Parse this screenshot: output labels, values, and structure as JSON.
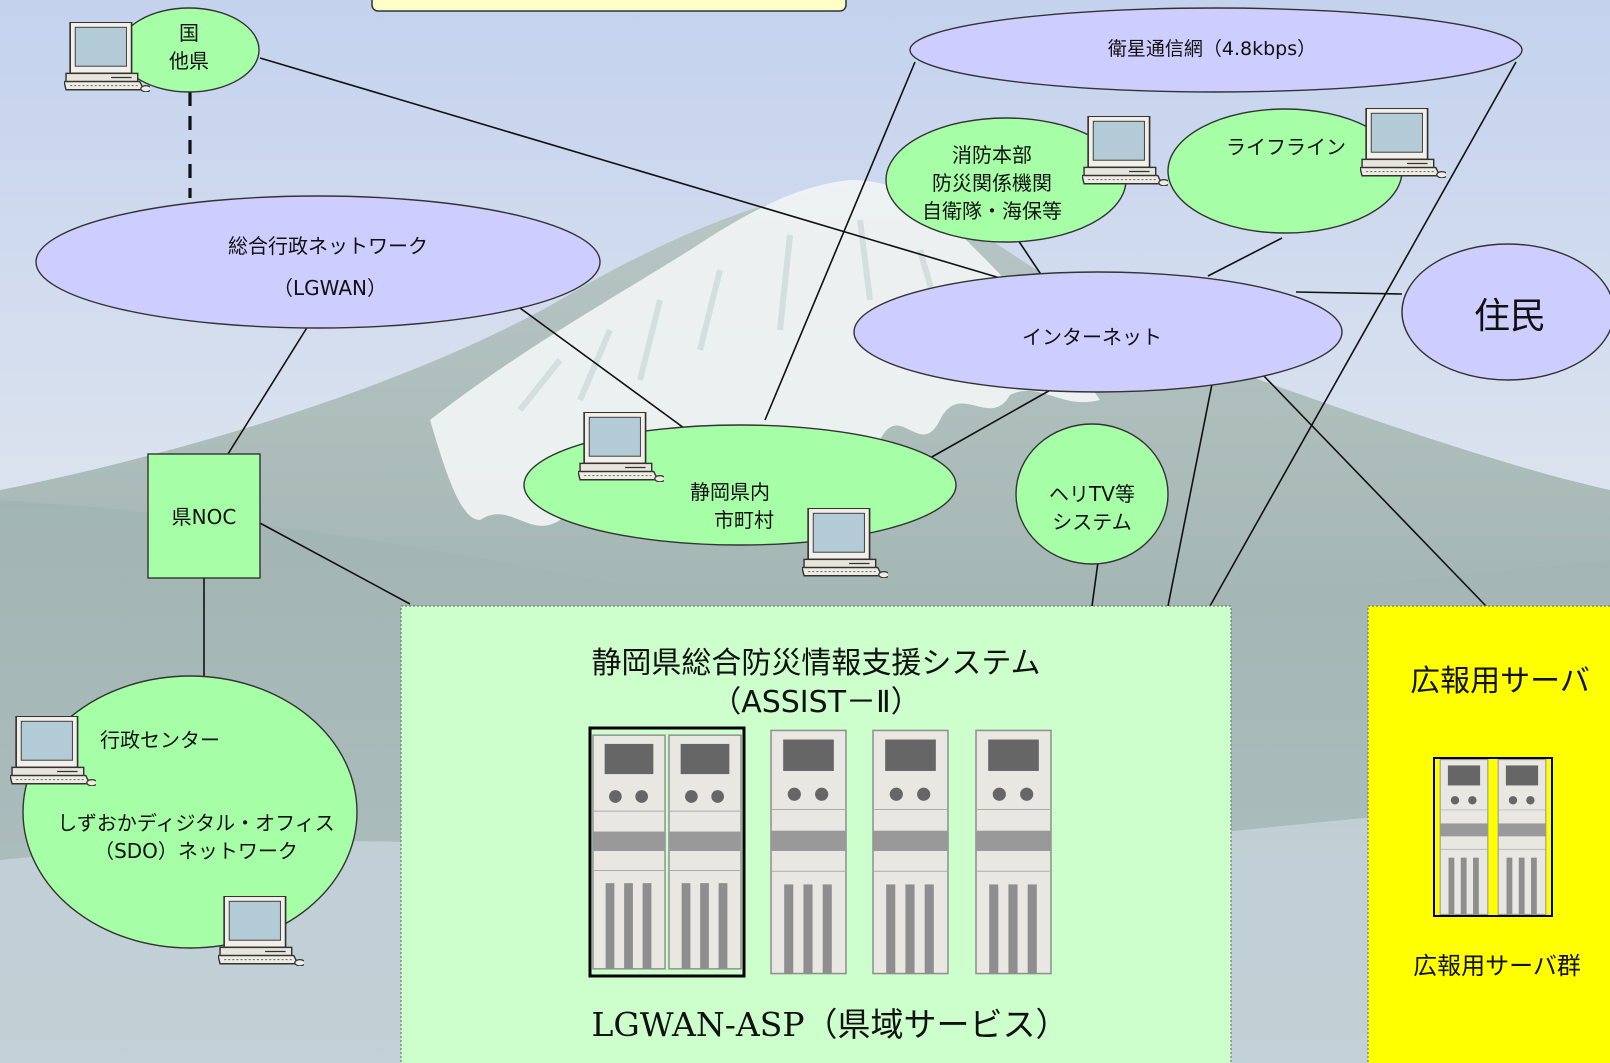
{
  "colors": {
    "network": "#cdcdff",
    "org": "#a6ffa6",
    "asp_area": "#ccffcc",
    "pr_area": "#ffff00",
    "sky_top": "#c6d3ee",
    "mountain": "#a6b8b5"
  },
  "nodes": {
    "kuni": {
      "line1": "国",
      "line2": "他県"
    },
    "satellite": {
      "label": "衛星通信網（4.8kbps）"
    },
    "fire": {
      "line1": "消防本部",
      "line2": "防災関係機関",
      "line3": "自衛隊・海保等"
    },
    "lifeline": {
      "label": "ライフライン"
    },
    "lgwan": {
      "line1": "総合行政ネットワーク",
      "line2": "（LGWAN）"
    },
    "internet": {
      "label": "インターネット"
    },
    "residents": {
      "label": "住民"
    },
    "noc": {
      "label": "県NOC"
    },
    "municipal": {
      "line1": "静岡県内",
      "line2": "市町村"
    },
    "heli": {
      "line1": "ヘリTV等",
      "line2": "システム"
    },
    "sdo": {
      "line1": "行政センター",
      "line2": "しずおかディジタル・オフィス",
      "line3": "（SDO）ネットワーク"
    },
    "asp": {
      "title1": "静岡県総合防災情報支援システム",
      "title2": "（ASSIST－Ⅱ）",
      "footer": "LGWAN-ASP（県域サービス）"
    },
    "pr": {
      "title": "広報用サーバ",
      "footer": "広報用サーバ群"
    }
  },
  "icons": {
    "computer": "desktop-computer-icon",
    "server": "server-rack-icon"
  }
}
